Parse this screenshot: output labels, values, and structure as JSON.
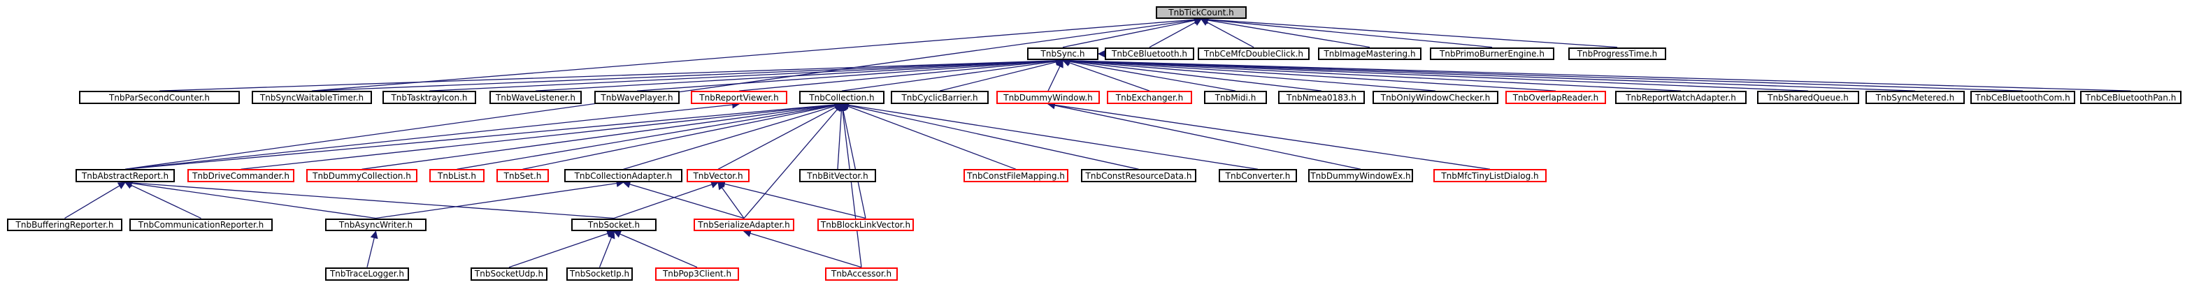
{
  "colors": {
    "background": "#ffffff",
    "edge": "#191970",
    "border_documented": "#000000",
    "border_undocumented": "#ff0000",
    "root_fill": "#bfbfbf"
  },
  "nodes": [
    {
      "id": "tickcount",
      "label": "TnbTickCount.h",
      "style": "root"
    },
    {
      "id": "sync",
      "label": "TnbSync.h",
      "style": "black"
    },
    {
      "id": "cebluetooth",
      "label": "TnbCeBluetooth.h",
      "style": "black"
    },
    {
      "id": "cemfcdoubleclick",
      "label": "TnbCeMfcDoubleClick.h",
      "style": "black"
    },
    {
      "id": "imagemastering",
      "label": "TnbImageMastering.h",
      "style": "black"
    },
    {
      "id": "primoburner",
      "label": "TnbPrimoBurnerEngine.h",
      "style": "black"
    },
    {
      "id": "progresstime",
      "label": "TnbProgressTime.h",
      "style": "black"
    },
    {
      "id": "parsecond",
      "label": "TnbParSecondCounter.h",
      "style": "black"
    },
    {
      "id": "syncwaitable",
      "label": "TnbSyncWaitableTimer.h",
      "style": "black"
    },
    {
      "id": "tasktray",
      "label": "TnbTasktrayIcon.h",
      "style": "black"
    },
    {
      "id": "wavelistener",
      "label": "TnbWaveListener.h",
      "style": "black"
    },
    {
      "id": "waveplayer",
      "label": "TnbWavePlayer.h",
      "style": "black"
    },
    {
      "id": "reportviewer",
      "label": "TnbReportViewer.h",
      "style": "red"
    },
    {
      "id": "collection",
      "label": "TnbCollection.h",
      "style": "black"
    },
    {
      "id": "cyclicbarrier",
      "label": "TnbCyclicBarrier.h",
      "style": "black"
    },
    {
      "id": "dummywindow",
      "label": "TnbDummyWindow.h",
      "style": "red"
    },
    {
      "id": "exchanger",
      "label": "TnbExchanger.h",
      "style": "red"
    },
    {
      "id": "midi",
      "label": "TnbMidi.h",
      "style": "black"
    },
    {
      "id": "nmea",
      "label": "TnbNmea0183.h",
      "style": "black"
    },
    {
      "id": "onlywindow",
      "label": "TnbOnlyWindowChecker.h",
      "style": "black"
    },
    {
      "id": "overlapreader",
      "label": "TnbOverlapReader.h",
      "style": "red"
    },
    {
      "id": "reportwatch",
      "label": "TnbReportWatchAdapter.h",
      "style": "black"
    },
    {
      "id": "sharedqueue",
      "label": "TnbSharedQueue.h",
      "style": "black"
    },
    {
      "id": "syncmetered",
      "label": "TnbSyncMetered.h",
      "style": "black"
    },
    {
      "id": "cebtcom",
      "label": "TnbCeBluetoothCom.h",
      "style": "black"
    },
    {
      "id": "cebtpan",
      "label": "TnbCeBluetoothPan.h",
      "style": "black"
    },
    {
      "id": "abstractreport",
      "label": "TnbAbstractReport.h",
      "style": "black"
    },
    {
      "id": "drivecommander",
      "label": "TnbDriveCommander.h",
      "style": "red"
    },
    {
      "id": "dummycollection",
      "label": "TnbDummyCollection.h",
      "style": "red"
    },
    {
      "id": "list",
      "label": "TnbList.h",
      "style": "red"
    },
    {
      "id": "set",
      "label": "TnbSet.h",
      "style": "red"
    },
    {
      "id": "collectionadapter",
      "label": "TnbCollectionAdapter.h",
      "style": "black"
    },
    {
      "id": "vector",
      "label": "TnbVector.h",
      "style": "red"
    },
    {
      "id": "bitvector",
      "label": "TnbBitVector.h",
      "style": "black"
    },
    {
      "id": "constfilemapping",
      "label": "TnbConstFileMapping.h",
      "style": "red"
    },
    {
      "id": "constresource",
      "label": "TnbConstResourceData.h",
      "style": "black"
    },
    {
      "id": "converter",
      "label": "TnbConverter.h",
      "style": "black"
    },
    {
      "id": "dummywindowex",
      "label": "TnbDummyWindowEx.h",
      "style": "black"
    },
    {
      "id": "mfctinylist",
      "label": "TnbMfcTinyListDialog.h",
      "style": "red"
    },
    {
      "id": "bufferingreporter",
      "label": "TnbBufferingReporter.h",
      "style": "black"
    },
    {
      "id": "communicationreporter",
      "label": "TnbCommunicationReporter.h",
      "style": "black"
    },
    {
      "id": "asyncwriter",
      "label": "TnbAsyncWriter.h",
      "style": "black"
    },
    {
      "id": "socket",
      "label": "TnbSocket.h",
      "style": "black"
    },
    {
      "id": "serializeadapter",
      "label": "TnbSerializeAdapter.h",
      "style": "red"
    },
    {
      "id": "blocklinkvector",
      "label": "TnbBlockLinkVector.h",
      "style": "red"
    },
    {
      "id": "tracelogger",
      "label": "TnbTraceLogger.h",
      "style": "black"
    },
    {
      "id": "socketudp",
      "label": "TnbSocketUdp.h",
      "style": "black"
    },
    {
      "id": "sockettcp",
      "label": "TnbSocketIp.h",
      "style": "black"
    },
    {
      "id": "pop3client",
      "label": "TnbPop3Client.h",
      "style": "red"
    },
    {
      "id": "accessor",
      "label": "TnbAccessor.h",
      "style": "red"
    }
  ],
  "edges": [
    {
      "from": "sync",
      "to": "tickcount"
    },
    {
      "from": "cebluetooth",
      "to": "tickcount"
    },
    {
      "from": "cemfcdoubleclick",
      "to": "tickcount"
    },
    {
      "from": "imagemastering",
      "to": "tickcount"
    },
    {
      "from": "primoburner",
      "to": "tickcount"
    },
    {
      "from": "progresstime",
      "to": "tickcount"
    },
    {
      "from": "syncwaitable",
      "to": "tickcount"
    },
    {
      "from": "abstractreport",
      "to": "tickcount"
    },
    {
      "from": "cebluetooth",
      "to": "sync"
    },
    {
      "from": "parsecond",
      "to": "sync"
    },
    {
      "from": "syncwaitable",
      "to": "sync"
    },
    {
      "from": "tasktray",
      "to": "sync"
    },
    {
      "from": "wavelistener",
      "to": "sync"
    },
    {
      "from": "waveplayer",
      "to": "sync"
    },
    {
      "from": "reportviewer",
      "to": "sync"
    },
    {
      "from": "collection",
      "to": "sync"
    },
    {
      "from": "cyclicbarrier",
      "to": "sync"
    },
    {
      "from": "dummywindow",
      "to": "sync"
    },
    {
      "from": "exchanger",
      "to": "sync"
    },
    {
      "from": "midi",
      "to": "sync"
    },
    {
      "from": "nmea",
      "to": "sync"
    },
    {
      "from": "onlywindow",
      "to": "sync"
    },
    {
      "from": "overlapreader",
      "to": "sync"
    },
    {
      "from": "reportwatch",
      "to": "sync"
    },
    {
      "from": "sharedqueue",
      "to": "sync"
    },
    {
      "from": "syncmetered",
      "to": "sync"
    },
    {
      "from": "cebtcom",
      "to": "sync"
    },
    {
      "from": "cebtpan",
      "to": "sync"
    },
    {
      "from": "abstractreport",
      "to": "reportviewer"
    },
    {
      "from": "abstractreport",
      "to": "collection"
    },
    {
      "from": "drivecommander",
      "to": "collection"
    },
    {
      "from": "dummycollection",
      "to": "collection"
    },
    {
      "from": "list",
      "to": "collection"
    },
    {
      "from": "set",
      "to": "collection"
    },
    {
      "from": "collectionadapter",
      "to": "collection"
    },
    {
      "from": "vector",
      "to": "collection"
    },
    {
      "from": "bitvector",
      "to": "collection"
    },
    {
      "from": "constfilemapping",
      "to": "collection"
    },
    {
      "from": "constresource",
      "to": "collection"
    },
    {
      "from": "converter",
      "to": "collection"
    },
    {
      "from": "serializeadapter",
      "to": "collection"
    },
    {
      "from": "blocklinkvector",
      "to": "collection"
    },
    {
      "from": "accessor",
      "to": "collection"
    },
    {
      "from": "dummywindowex",
      "to": "dummywindow"
    },
    {
      "from": "mfctinylist",
      "to": "dummywindow"
    },
    {
      "from": "bufferingreporter",
      "to": "abstractreport"
    },
    {
      "from": "communicationreporter",
      "to": "abstractreport"
    },
    {
      "from": "asyncwriter",
      "to": "abstractreport"
    },
    {
      "from": "socket",
      "to": "abstractreport"
    },
    {
      "from": "asyncwriter",
      "to": "collectionadapter"
    },
    {
      "from": "serializeadapter",
      "to": "collectionadapter"
    },
    {
      "from": "socket",
      "to": "vector"
    },
    {
      "from": "serializeadapter",
      "to": "vector"
    },
    {
      "from": "blocklinkvector",
      "to": "vector"
    },
    {
      "from": "tracelogger",
      "to": "asyncwriter"
    },
    {
      "from": "socketudp",
      "to": "socket"
    },
    {
      "from": "sockettcp",
      "to": "socket"
    },
    {
      "from": "pop3client",
      "to": "socket"
    },
    {
      "from": "accessor",
      "to": "serializeadapter"
    }
  ]
}
